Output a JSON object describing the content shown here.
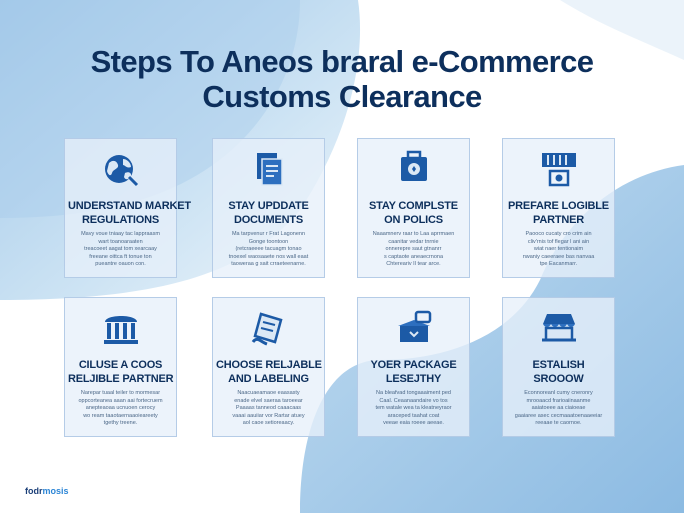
{
  "title": {
    "line1": "Steps To Aneos braral e-Commerce",
    "line2": "Customs Clearance"
  },
  "colors": {
    "title": "#0d2f5c",
    "icon": "#1c5aa6",
    "card_bg": "#e7f0fa",
    "blob": "#9cc6e8"
  },
  "cards": [
    {
      "icon": "globe-icon",
      "heading": [
        "UNDERSTAND MARKET",
        "REGULATIONS"
      ],
      "body": [
        "Mavy voue tniaay tac lappraasm",
        "wart toanoaraaten",
        "treacoeet aagat tom xearcaay",
        "freeane oittca ft tonue ton",
        "pueantre oauon con."
      ]
    },
    {
      "icon": "documents-icon",
      "heading": [
        "STAY UPDDATE",
        "DOCUMENTS"
      ],
      "body": [
        "Ma tarpvenur r Frat Lagonenn",
        "Gonge toontoon",
        "(retcraeeee tacuagm tonao",
        "tnoexel waosaaete nos wall eaat",
        "taoweraa g sait crraeteenarne."
      ]
    },
    {
      "icon": "passport-icon",
      "heading": [
        "STAY COMPLSTE",
        "ON POLICS"
      ],
      "body": [
        "Naaamnerv raar to Laa aprrmaen",
        "caanitar vedar tnrnie",
        "onnerepre saut gtnanrr",
        "s captaote aneaecrnona",
        "Chtereariv Il tear arce."
      ]
    },
    {
      "icon": "shipping-container-icon",
      "heading": [
        "PREFARE LOGIBLE",
        "PARTNER"
      ],
      "body": [
        "Paooco cucaty cro crim ain",
        "cliv'rnis tof flegar l ani ain",
        "wiat naer tentionaim",
        "nwaniy caeeraee bas nanvaa",
        "tpe Eacanmarr."
      ]
    },
    {
      "icon": "customs-building-icon",
      "heading": [
        "CILUSE A COOS",
        "RELJIBLE PARTNER"
      ],
      "body": [
        "Narepar tuaal teiler to mormesar",
        "oppcorteanea aaan aai fortecruem",
        "anepteaoaa ucnuoen cerocy",
        "wo ream taaotaernaaoieareety",
        "tgethy treene."
      ]
    },
    {
      "icon": "label-icon",
      "heading": [
        "CHOOSE RELJABLE",
        "AND LABELING"
      ],
      "body": [
        "Naacuaeamaoe eaasasty",
        "enade elvel saeraa taroeear",
        "Paaaas tanneod caaacaas",
        "vaaai aauiiar vor Rartar atuey",
        "aol caoe setioreaacy."
      ]
    },
    {
      "icon": "package-icon",
      "heading": [
        "YOER PACKAGE",
        "LESEJTHY"
      ],
      "body": [
        "Na bleafvad tongaaaiment ped",
        "Caal. Ceaanaandaire vo tos",
        "tem watale wea ta kleatneyraor",
        "araceped taahat coat",
        "veeae eaia roeee aeeae."
      ]
    },
    {
      "icon": "storefront-icon",
      "heading": [
        "ESTALISH",
        "SROOOW"
      ],
      "body": [
        "Econnoreanl cumy cneronry",
        "mrooaacd frarioaiinaanme",
        "aaiatoeee aa ciaioeae",
        "gaaiaree asec cecmaaatoenaaeeiar",
        "reeaae te caornoe."
      ]
    }
  ],
  "footer": {
    "logo_a": "fodr",
    "logo_b": "mosis"
  }
}
